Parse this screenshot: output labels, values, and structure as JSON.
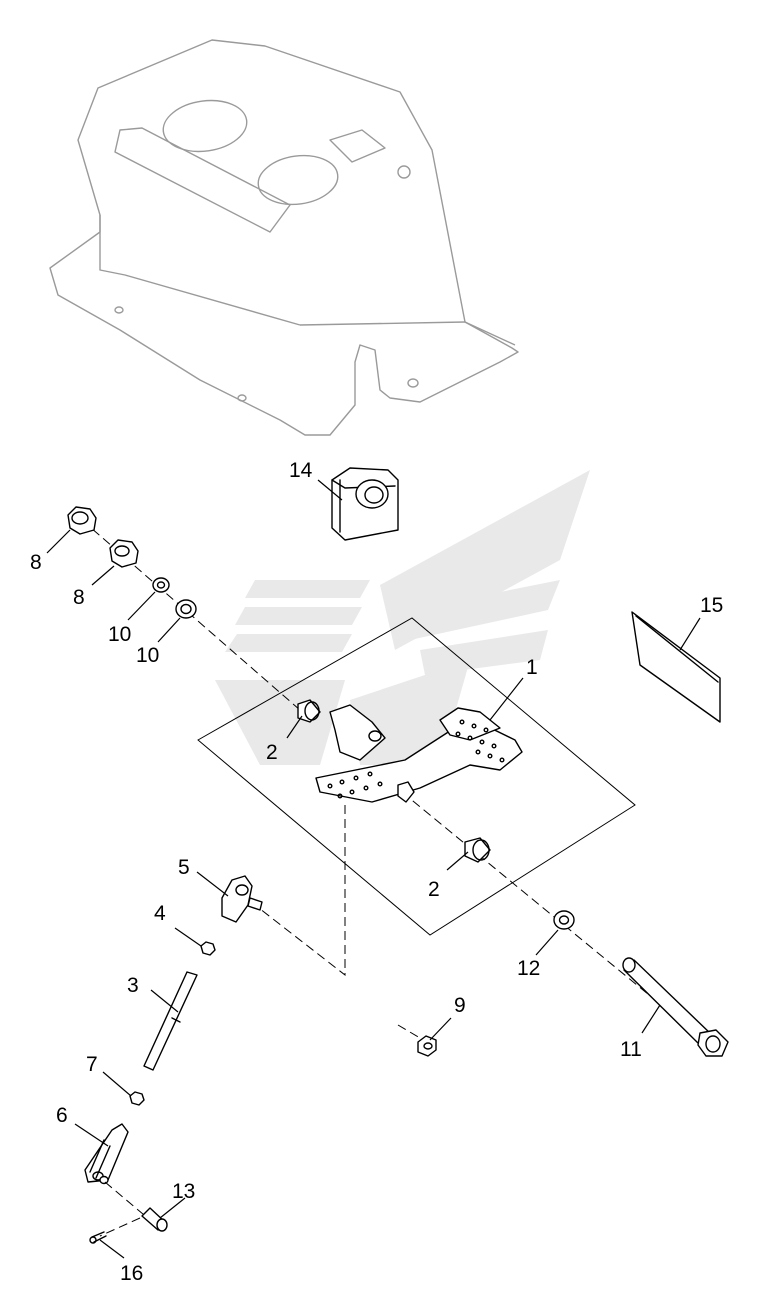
{
  "callouts": {
    "c1": "1",
    "c2a": "2",
    "c2b": "2",
    "c3": "3",
    "c4": "4",
    "c5": "5",
    "c6": "6",
    "c7": "7",
    "c8a": "8",
    "c8b": "8",
    "c9": "9",
    "c10a": "10",
    "c10b": "10",
    "c11": "11",
    "c12": "12",
    "c13": "13",
    "c14": "14",
    "c15": "15",
    "c16": "16"
  }
}
